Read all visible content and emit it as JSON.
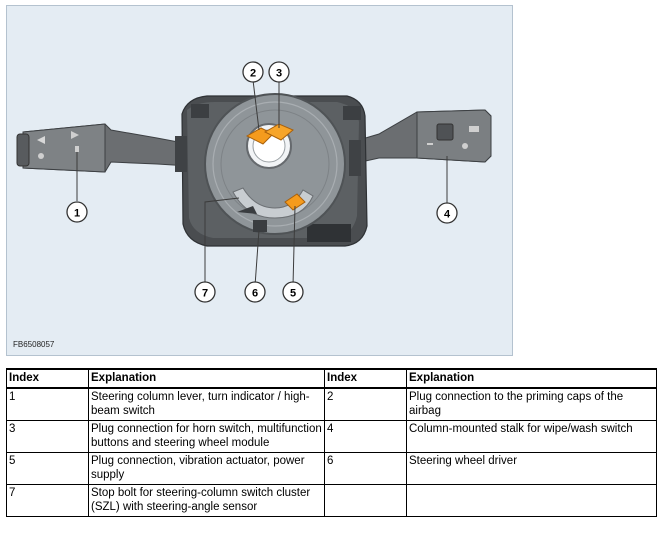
{
  "figure": {
    "code": "FB6508057",
    "callouts": [
      "1",
      "2",
      "3",
      "4",
      "5",
      "6",
      "7"
    ]
  },
  "table": {
    "headers": [
      "Index",
      "Explanation",
      "Index",
      "Explanation"
    ],
    "rows": [
      {
        "i1": "1",
        "e1": "Steering column lever, turn indicator / high-beam switch",
        "i2": "2",
        "e2": "Plug connection to the priming caps of the airbag"
      },
      {
        "i1": "3",
        "e1": "Plug connection for horn switch, multifunction buttons and steering wheel module",
        "i2": "4",
        "e2": "Column-mounted stalk for wipe/wash switch"
      },
      {
        "i1": "5",
        "e1": "Plug connection, vibration actuator, power supply",
        "i2": "6",
        "e2": "Steering wheel driver"
      },
      {
        "i1": "7",
        "e1": "Stop bolt for steering-column switch cluster (SZL) with steering-angle sensor",
        "i2": "",
        "e2": ""
      }
    ]
  }
}
